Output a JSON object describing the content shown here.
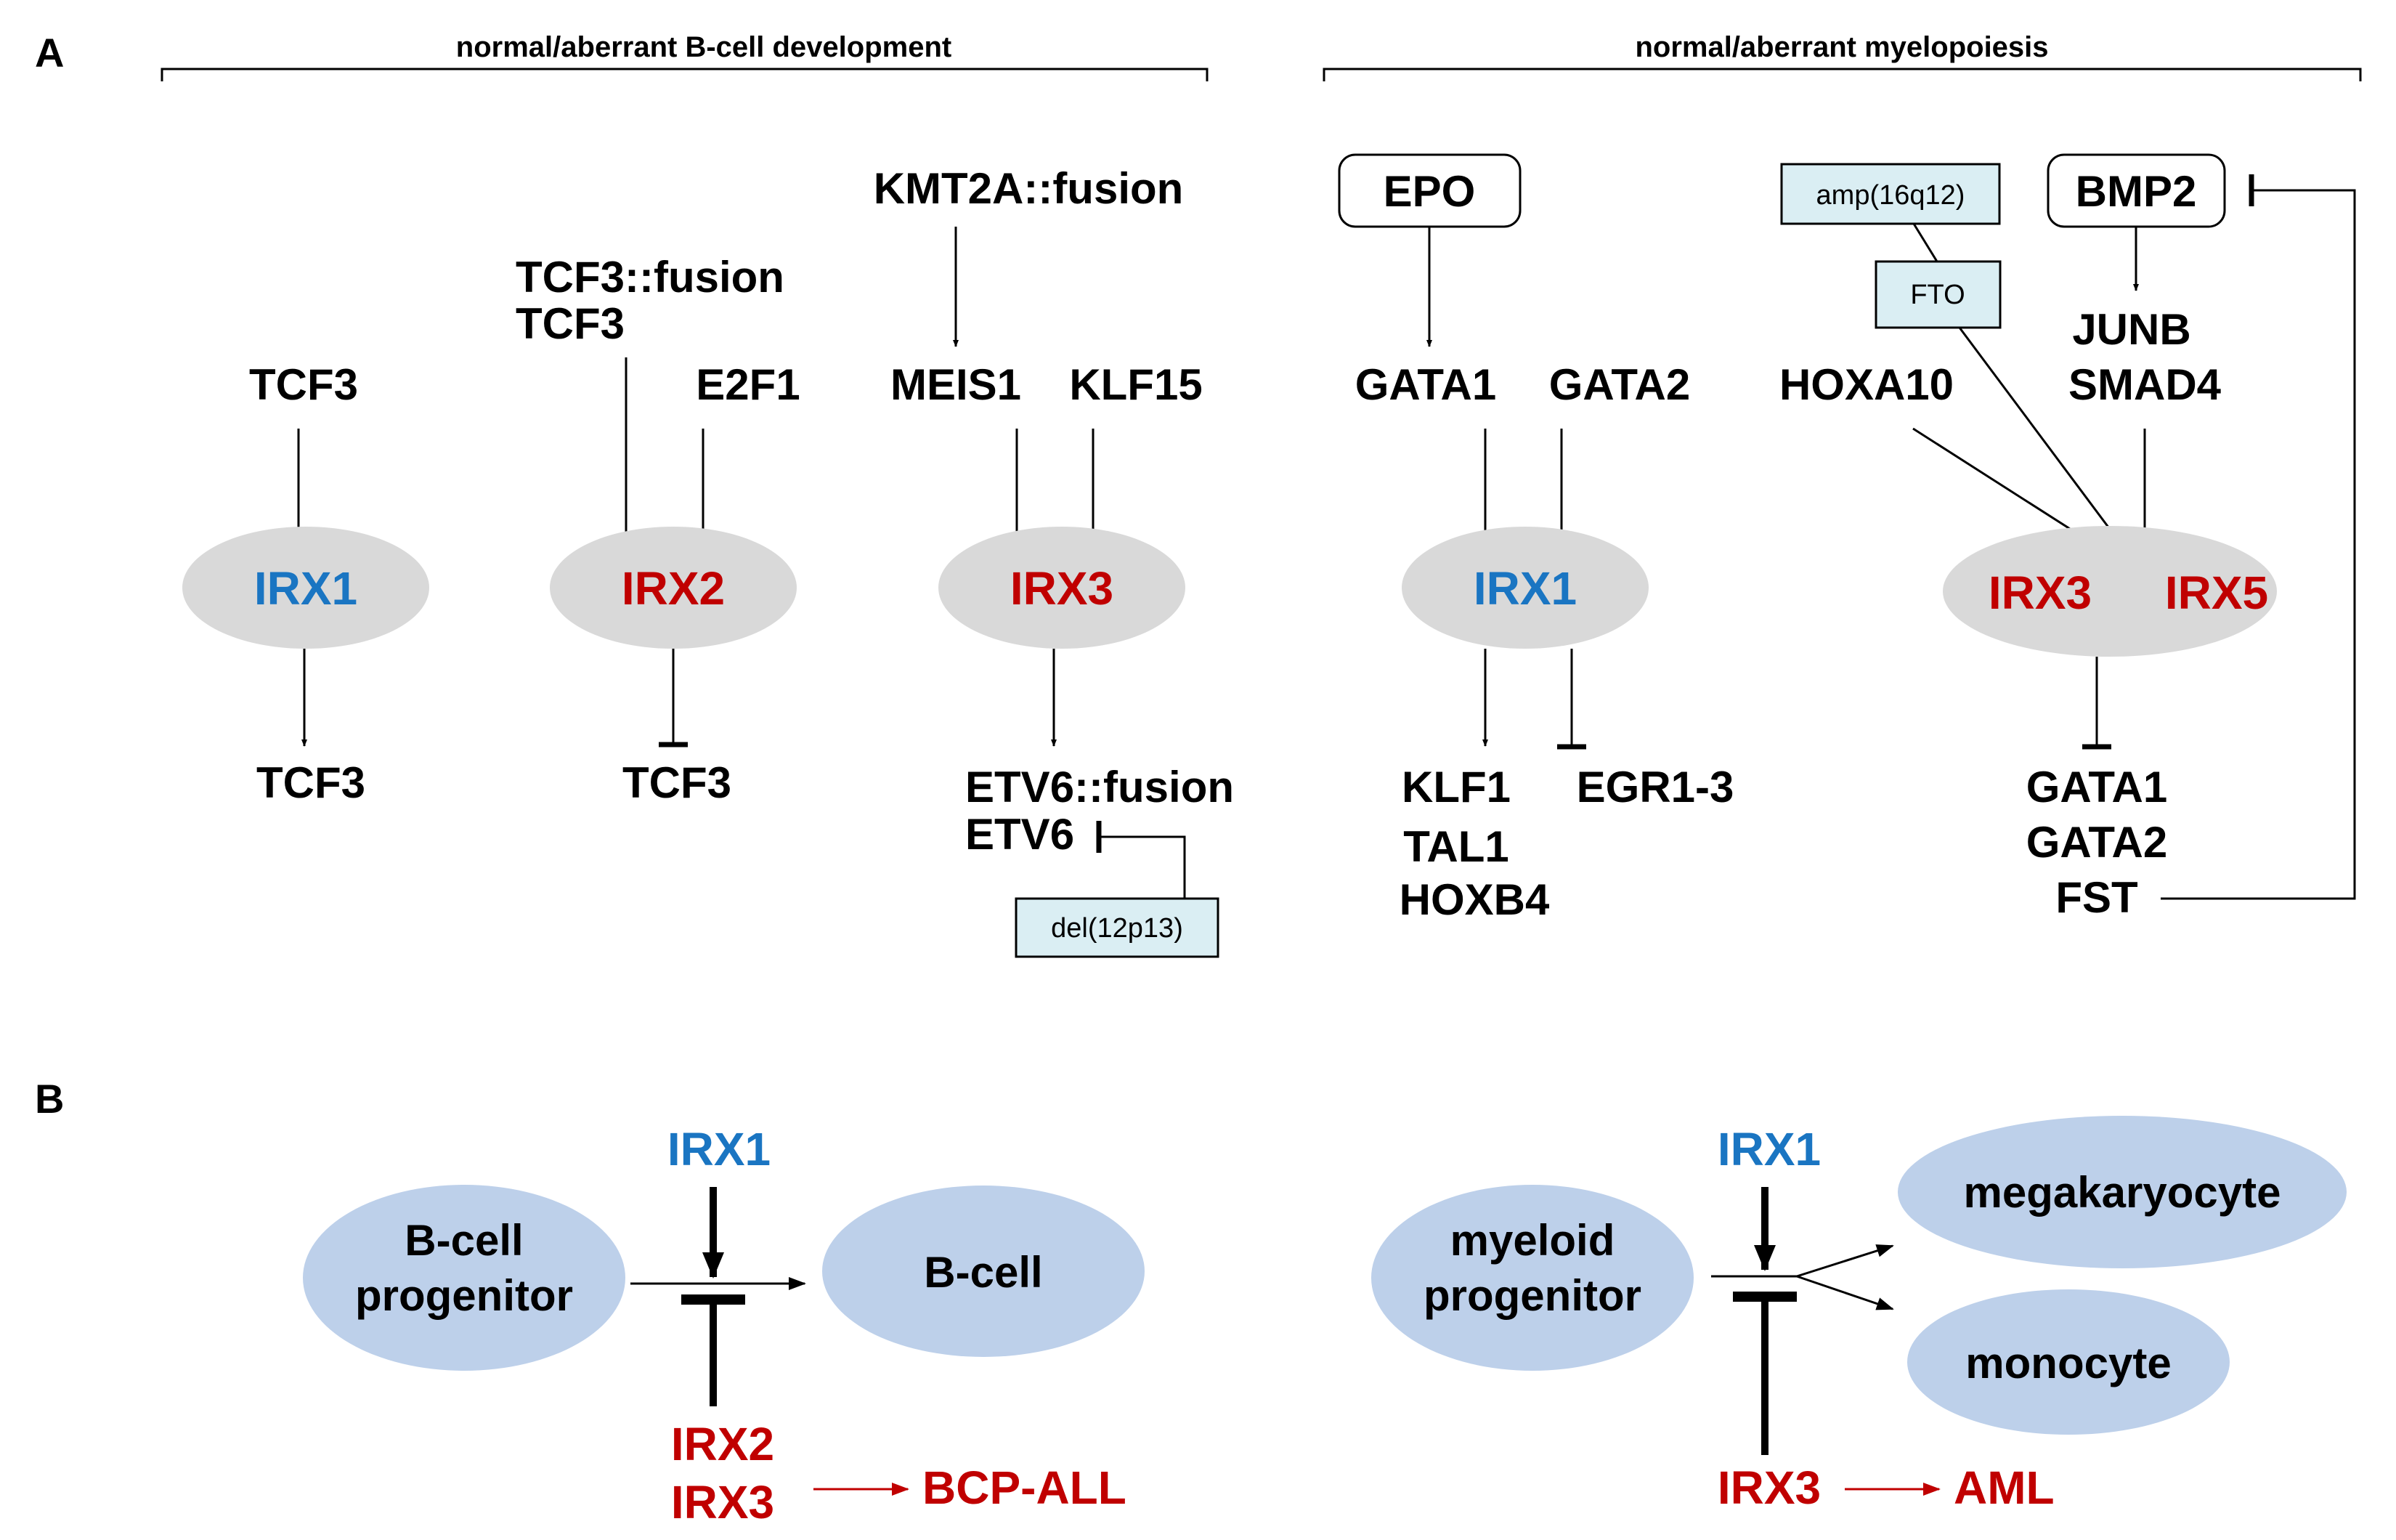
{
  "panels": {
    "a": "A",
    "b": "B"
  },
  "sections": {
    "bcell": "normal/aberrant B-cell development",
    "myelo": "normal/aberrant myelopoiesis"
  },
  "colors": {
    "blue": "#1a75c2",
    "red": "#c00000",
    "grey_ellipse": "#d9d9d9",
    "box_fill": "#daeef3",
    "cell_fill": "#bdd0ea"
  },
  "panel_a": {
    "g1": {
      "input": "TCF3",
      "node": "IRX1",
      "output": "TCF3"
    },
    "g2": {
      "input1_line1": "TCF3::fusion",
      "input1_line2": "TCF3",
      "input2": "E2F1",
      "node": "IRX2",
      "output": "TCF3"
    },
    "g3": {
      "top": "KMT2A::fusion",
      "input1": "MEIS1",
      "input2": "KLF15",
      "node": "IRX3",
      "output_line1": "ETV6::fusion",
      "output_line2": "ETV6",
      "cyto": "del(12p13)"
    },
    "g4": {
      "top": "EPO",
      "input1": "GATA1",
      "input2": "GATA2",
      "node": "IRX1",
      "out1_line1": "KLF1",
      "out1_line2": "TAL1",
      "out1_line3": "HOXB4",
      "out2": "EGR1-3"
    },
    "g5": {
      "cyto": "amp(16q12)",
      "fto": "FTO",
      "top": "BMP2",
      "input_hox": "HOXA10",
      "junb": "JUNB",
      "smad4": "SMAD4",
      "node1": "IRX3",
      "node2": "IRX5",
      "out_line1": "GATA1",
      "out_line2": "GATA2",
      "out_line3": "FST"
    }
  },
  "panel_b": {
    "left": {
      "progenitor_line1": "B-cell",
      "progenitor_line2": "progenitor",
      "target": "B-cell",
      "activator": "IRX1",
      "repressor_line1": "IRX2",
      "repressor_line2": "IRX3",
      "disease": "BCP-ALL"
    },
    "right": {
      "progenitor_line1": "myeloid",
      "progenitor_line2": "progenitor",
      "target1": "megakaryocyte",
      "target2": "monocyte",
      "activator": "IRX1",
      "repressor": "IRX3",
      "disease": "AML"
    }
  }
}
